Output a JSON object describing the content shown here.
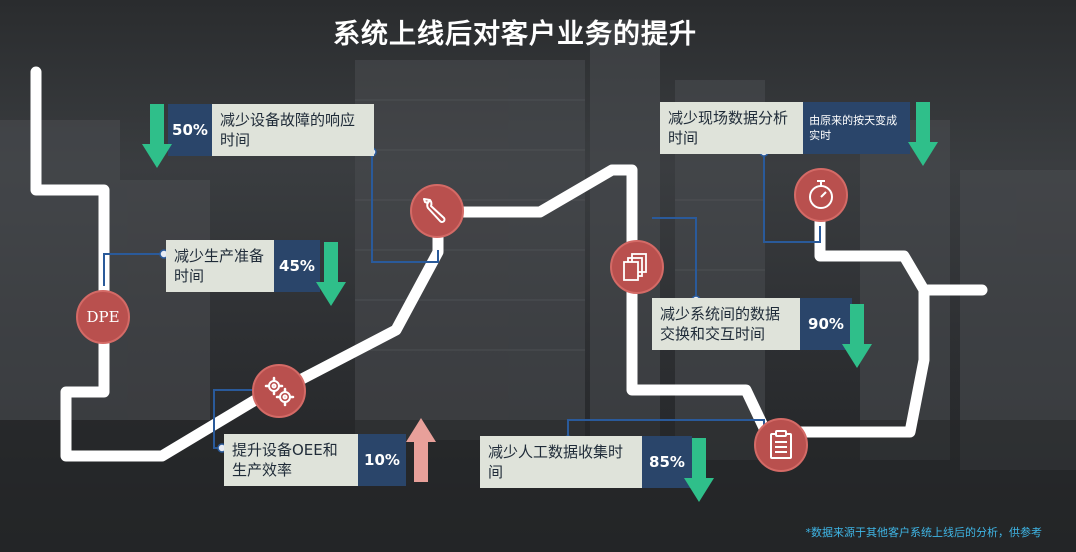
{
  "title": "系统上线后对客户业务的提升",
  "footnote": "*数据来源于其他客户系统上线后的分析，供参考",
  "colors": {
    "card_bg": "#dfe3da",
    "value_bg": "#2a456a",
    "down_arrow": "#2fbf8a",
    "up_arrow": "#e8a09a",
    "node": "#b9504e",
    "line": "#ffffff"
  },
  "nodes": {
    "dpe": {
      "label": "DPE",
      "icon": "dpe-text"
    },
    "gears": {
      "icon": "gears-icon"
    },
    "wrench": {
      "icon": "wrench-icon"
    },
    "documents": {
      "icon": "documents-icon"
    },
    "stopwatch": {
      "icon": "stopwatch-icon"
    },
    "clipboard": {
      "icon": "clipboard-icon"
    }
  },
  "cards": {
    "failure_response": {
      "text": "减少设备故障的响应时间",
      "value": "50%",
      "direction": "down"
    },
    "production_prep": {
      "text": "减少生产准备时间",
      "value": "45%",
      "direction": "down"
    },
    "oee": {
      "text": "提升设备OEE和生产效率",
      "value": "10%",
      "direction": "up"
    },
    "field_analysis": {
      "text": "减少现场数据分析时间",
      "value": "由原来的按天变成实时",
      "direction": "down"
    },
    "data_exchange": {
      "text": "减少系统间的数据交换和交互时间",
      "value": "90%",
      "direction": "down"
    },
    "manual_collection": {
      "text": "减少人工数据收集时间",
      "value": "85%",
      "direction": "down"
    }
  }
}
